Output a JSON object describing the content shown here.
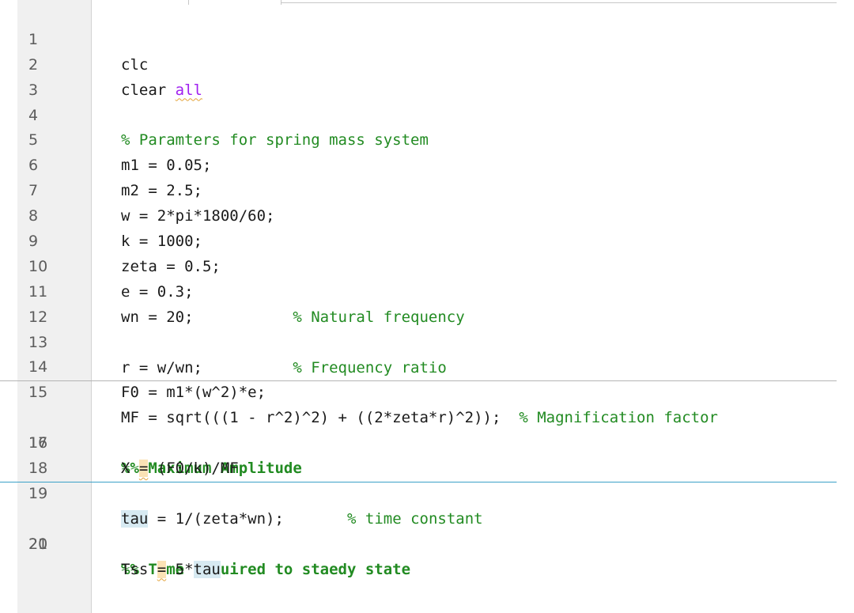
{
  "code": {
    "lines": [
      {
        "num": "1",
        "text": "clc"
      },
      {
        "num": "2",
        "prefix": "clear ",
        "keyword": "all"
      },
      {
        "num": "3",
        "text": ""
      },
      {
        "num": "4",
        "comment": "% Paramters for spring mass system"
      },
      {
        "num": "5",
        "text": "m1 = 0.05;"
      },
      {
        "num": "6",
        "text": "m2 = 2.5;"
      },
      {
        "num": "7",
        "text": "w = 2*pi*1800/60;"
      },
      {
        "num": "8",
        "text": "k = 1000;"
      },
      {
        "num": "9",
        "text": "zeta = 0.5;"
      },
      {
        "num": "10",
        "text": "e = 0.3;"
      },
      {
        "num": "11",
        "text": "wn = 20;           ",
        "comment": "% Natural frequency"
      },
      {
        "num": "12",
        "text": ""
      },
      {
        "num": "13",
        "text": "r = w/wn;          ",
        "comment": "% Frequency ratio"
      },
      {
        "num": "14",
        "text": "F0 = m1*(w^2)*e;"
      },
      {
        "num": "15",
        "text": "MF = sqrt(((1 - r^2)^2) + ((2*zeta*r)^2));  ",
        "comment": "% Magnification factor"
      },
      {
        "num": "16",
        "section": "%% Maximum Amplitude"
      },
      {
        "num": "17",
        "var": "X ",
        "op": "=",
        "rest": " (F0/k)/MF"
      },
      {
        "num": "18",
        "text": ""
      },
      {
        "num": "19",
        "var": "tau",
        "rest": " = 1/(zeta*wn);       ",
        "comment": "% time constant"
      },
      {
        "num": "20",
        "section": "%% Time required to staedy state"
      },
      {
        "num": "21",
        "var": "Tss ",
        "op": "=",
        "rest": " 5*",
        "var2": "tau"
      }
    ]
  }
}
